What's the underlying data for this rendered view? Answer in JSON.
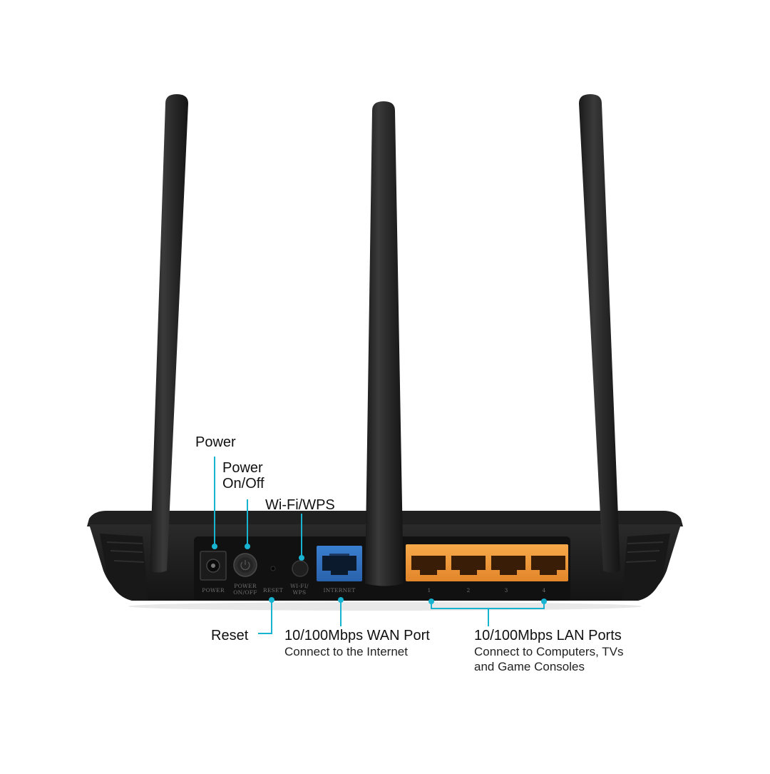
{
  "labels": {
    "power": "Power",
    "power_onoff_line1": "Power",
    "power_onoff_line2": "On/Off",
    "wifi_wps": "Wi-Fi/WPS",
    "reset": "Reset",
    "wan_title": "10/100Mbps WAN Port",
    "wan_sub": "Connect to the Internet",
    "lan_title": "10/100Mbps LAN Ports",
    "lan_sub_line1": "Connect to Computers, TVs",
    "lan_sub_line2": "and Game Consoles"
  },
  "panel_text": {
    "power": "POWER",
    "power_onoff_line1": "POWER",
    "power_onoff_line2": "ON/OFF",
    "reset": "RESET",
    "wifi_wps_line1": "WI-FI/",
    "wifi_wps_line2": "WPS",
    "internet": "INTERNET",
    "lan_numbers": [
      "1",
      "2",
      "3",
      "4"
    ]
  },
  "colors": {
    "callout_line": "#19b3d2",
    "router_body": "#1c1c1c",
    "antenna": "#2b2b2b",
    "wan_port": "#2f6fc0",
    "lan_ports": "#f19a3a"
  }
}
